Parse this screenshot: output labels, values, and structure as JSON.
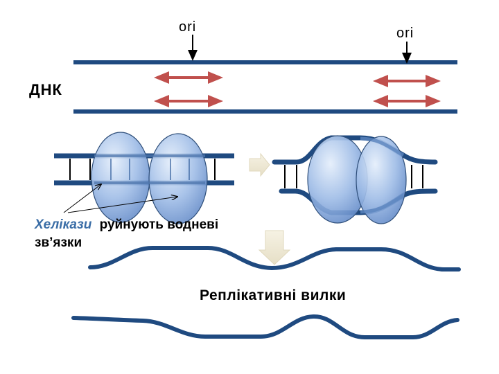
{
  "labels": {
    "ori_left": "ori",
    "ori_right": "ori",
    "dna": "ДНК",
    "helicase": "Хелікази",
    "helicase_action": "руйнують водневі",
    "helicase_action_line2": "зв’язки",
    "replication_forks": "Реплікативні вилки"
  },
  "colors": {
    "dna_strand": "#1f4a80",
    "direction_arrow": "#c0504d",
    "helicase_fill": "#7fa6dc",
    "helicase_caption": "#3a6da6",
    "step_arrow": "#f1ecd9"
  },
  "icons": {
    "ori_marker": "down-arrow-icon",
    "replication_direction": "double-headed-arrow-icon",
    "process_step": "block-arrow-icon"
  }
}
